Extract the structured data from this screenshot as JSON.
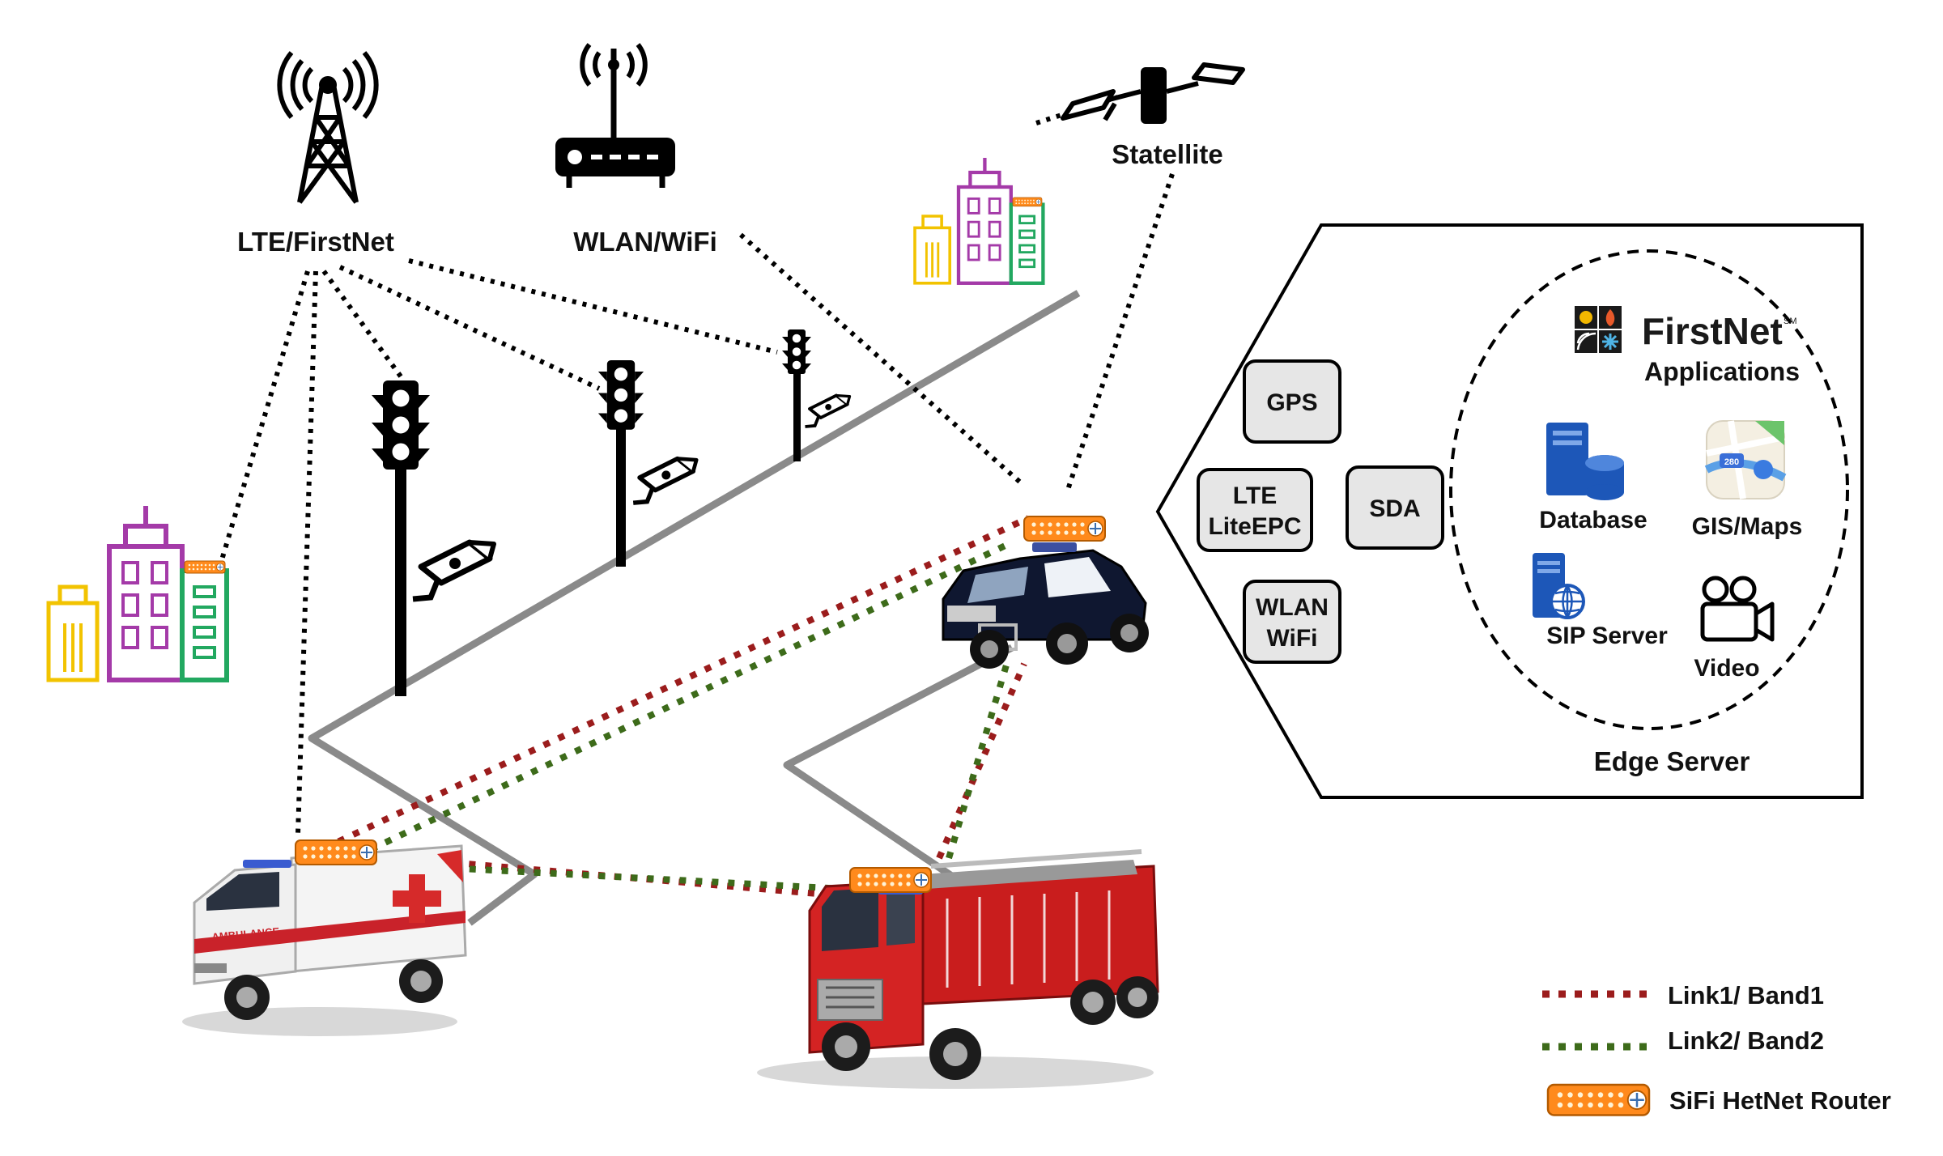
{
  "labels": {
    "lte": "LTE/FirstNet",
    "wlan": "WLAN/WiFi",
    "satellite": "Statellite",
    "edge_server": "Edge Server"
  },
  "edge_modules": {
    "gps": "GPS",
    "lte_line1": "LTE",
    "lte_line2": "LiteEPC",
    "sda": "SDA",
    "wlan_line1": "WLAN",
    "wlan_line2": "WiFi"
  },
  "applications": {
    "brand": "FirstNet",
    "trademark": "SM",
    "subtitle": "Applications",
    "database": "Database",
    "gis": "GIS/Maps",
    "map_shield": "280",
    "sip": "SIP Server",
    "video": "Video"
  },
  "legend": {
    "link1": "Link1/ Band1",
    "link2": "Link2/ Band2",
    "router": "SiFi HetNet Router"
  },
  "vehicle_text": {
    "ambulance": "AMBULANCE"
  },
  "colors": {
    "link1": "#9b1c1c",
    "link2": "#3d6b1a",
    "router": "#ff8a1c",
    "road": "#8a8a8a",
    "building_purple": "#a43aa8",
    "building_green": "#22a860",
    "building_yellow": "#f2c300",
    "module_fill": "#e6e6e6"
  }
}
